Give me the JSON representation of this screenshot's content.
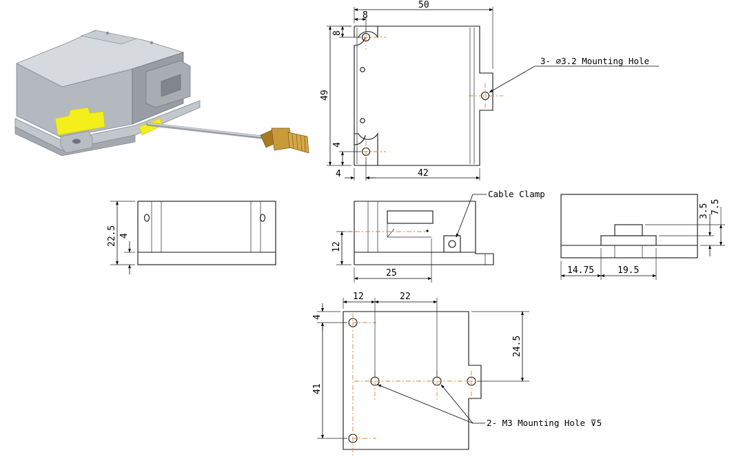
{
  "drawing": {
    "top_view": {
      "overall_width": "50",
      "edge_to_hole_x": "8",
      "edge_to_hole_y": "8",
      "overall_height": "49",
      "bottom_hole_offset_y": "4",
      "left_offset_x": "4",
      "base_width": "42",
      "mounting_hole_callout": "3- ∅3.2 Mounting Hole"
    },
    "front_view": {
      "height": "22.5",
      "base_thickness": "4"
    },
    "side_view": {
      "cable_height": "12",
      "cable_offset": "25",
      "cable_clamp_label": "Cable Clamp"
    },
    "end_view": {
      "left_offset": "14.75",
      "slot_width": "19.5",
      "slot_depth": "3.5",
      "slot_height": "7.5"
    },
    "bottom_view": {
      "hole_spacing_left": "12",
      "hole_spacing_mid": "22",
      "top_offset": "4",
      "hole_row_y": "24.5",
      "hole_span_y": "41",
      "m3_callout": "2- M3 Mounting Hole ⊽5"
    }
  },
  "colors": {
    "body_gray": "#b9bec4",
    "body_light": "#d9dde1",
    "body_dark": "#8e959b",
    "label_yellow": "#f4ee1a",
    "connector_gold": "#c89a3a",
    "cable_gray": "#c8c8c8",
    "center_line": "#d08a3a"
  }
}
